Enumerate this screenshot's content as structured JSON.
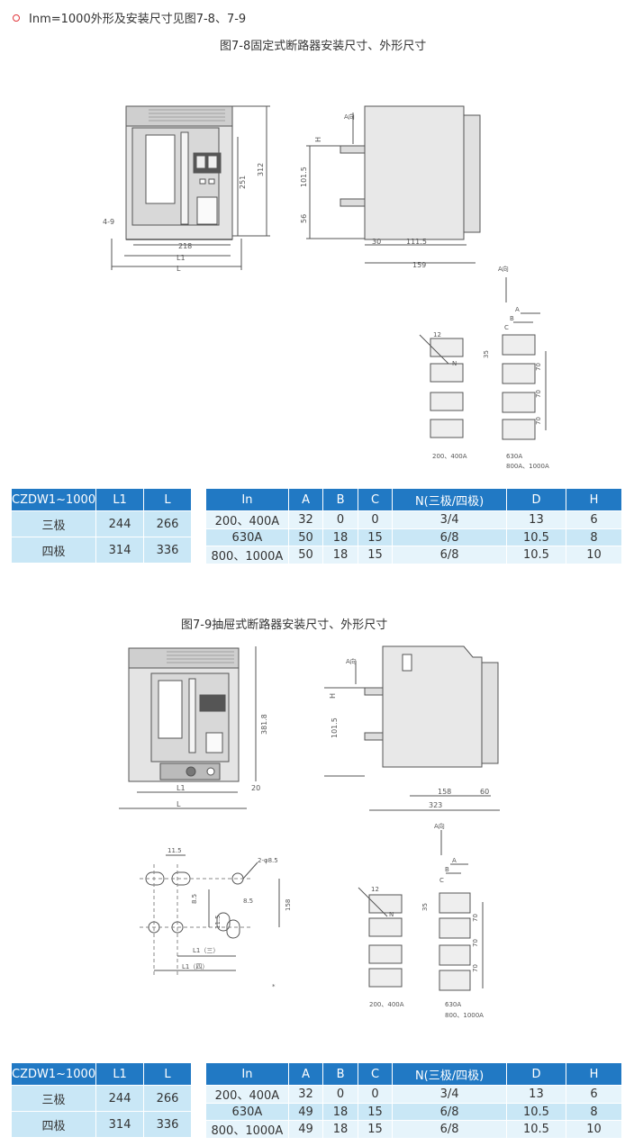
{
  "intro": "Inm=1000外形及安装尺寸见图7-8、7-9",
  "fig1": {
    "title": "图7-8固定式断路器安装尺寸、外形尺寸",
    "dims": {
      "d49": "4-9",
      "d218": "218",
      "dL1": "L1",
      "dL": "L",
      "d251": "251",
      "d312": "312",
      "dAdir": "A向",
      "dH": "H",
      "d1015": "101.5",
      "d56": "56",
      "d30": "30",
      "d1115": "111.5",
      "d159": "159",
      "dAdir2": "A向",
      "dA": "A",
      "dB": "B",
      "dC": "C",
      "d12": "12",
      "dN": "N",
      "d35": "35",
      "d70a": "70",
      "d70b": "70",
      "d70c": "70",
      "cap1": "200、400A",
      "cap2": "630A",
      "cap3": "800A、1000A"
    }
  },
  "table1": {
    "headers": [
      "CZDW1~1000",
      "L1",
      "L"
    ],
    "rows": [
      [
        "三极",
        "244",
        "266"
      ],
      [
        "四极",
        "314",
        "336"
      ]
    ]
  },
  "table2": {
    "headers": [
      "In",
      "A",
      "B",
      "C",
      "N(三极/四极)",
      "D",
      "H"
    ],
    "rows": [
      [
        "200、400A",
        "32",
        "0",
        "0",
        "3/4",
        "13",
        "6"
      ],
      [
        "630A",
        "50",
        "18",
        "15",
        "6/8",
        "10.5",
        "8"
      ],
      [
        "800、1000A",
        "50",
        "18",
        "15",
        "6/8",
        "10.5",
        "10"
      ]
    ]
  },
  "fig2": {
    "title": "图7-9抽屉式断路器安装尺寸、外形尺寸",
    "dims": {
      "d3818": "381.8",
      "d20": "20",
      "dL1": "L1",
      "dL": "L",
      "dAdir": "A向",
      "dH": "H",
      "d1015": "101.5",
      "d158": "158",
      "d60": "60",
      "d323": "323",
      "d115": "11.5",
      "dphi": "2-φ8.5",
      "d85a": "8.5",
      "d85b": "8.5",
      "d115b": "11.5",
      "d158b": "158",
      "dL1three": "L1（三）",
      "dL1four": "L1（四）",
      "star": "*",
      "dAdir2": "A向",
      "dA": "A",
      "dB": "B",
      "dC": "C",
      "d12": "12",
      "dN": "N",
      "d35": "35",
      "d70a": "70",
      "d70b": "70",
      "d70c": "70",
      "cap1": "200、400A",
      "cap2": "630A",
      "cap3": "800、1000A"
    }
  },
  "table3": {
    "headers": [
      "CZDW1~1000",
      "L1",
      "L"
    ],
    "rows": [
      [
        "三极",
        "244",
        "266"
      ],
      [
        "四极",
        "314",
        "336"
      ]
    ]
  },
  "table4": {
    "headers": [
      "In",
      "A",
      "B",
      "C",
      "N(三极/四极)",
      "D",
      "H"
    ],
    "rows": [
      [
        "200、400A",
        "32",
        "0",
        "0",
        "3/4",
        "13",
        "6"
      ],
      [
        "630A",
        "49",
        "18",
        "15",
        "6/8",
        "10.5",
        "8"
      ],
      [
        "800、1000A",
        "49",
        "18",
        "15",
        "6/8",
        "10.5",
        "10"
      ]
    ]
  }
}
